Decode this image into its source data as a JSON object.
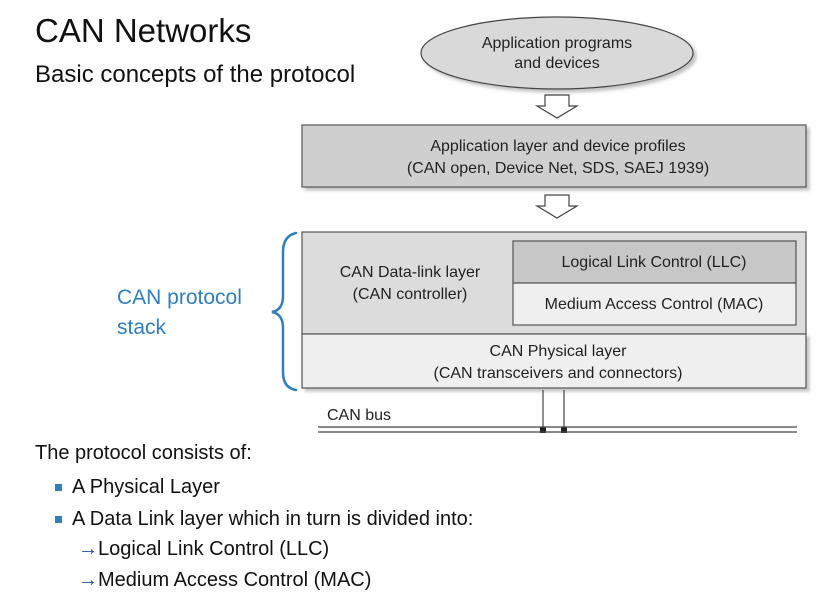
{
  "slide": {
    "title": "CAN Networks",
    "subtitle": "Basic concepts of the protocol"
  },
  "diagram": {
    "app_programs": [
      "Application programs",
      "and devices"
    ],
    "app_layer": [
      "Application layer and device profiles",
      "(CAN open, Device Net, SDS, SAEJ 1939)"
    ],
    "datalink": [
      "CAN Data-link layer",
      "(CAN controller)"
    ],
    "llc": "Logical Link Control (LLC)",
    "mac": "Medium Access Control (MAC)",
    "physical": [
      "CAN Physical layer",
      "(CAN transceivers and connectors)"
    ],
    "bus": "CAN bus",
    "stack_label": [
      "CAN protocol",
      "stack"
    ]
  },
  "body": {
    "intro": "The protocol consists of:",
    "bullets": [
      "A Physical Layer",
      "A Data Link layer which in turn is divided into:"
    ],
    "subitems": [
      "Logical Link Control (LLC)",
      "Medium Access Control (MAC)"
    ],
    "arrow": "→"
  },
  "colors": {
    "accent": "#2f7fc1",
    "box_dark": "#cfcfcf",
    "box_mid": "#dcdcdc",
    "box_light": "#eeeeee"
  }
}
